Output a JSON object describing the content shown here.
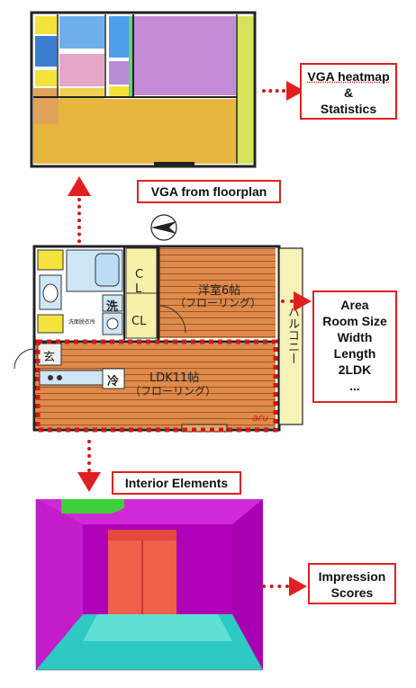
{
  "labels": {
    "vga_heatmap": [
      "VGA heatmap",
      "&",
      "Statistics"
    ],
    "vga_from_floorplan": "VGA from floorplan",
    "area_stats": [
      "Area",
      "Room Size",
      "Width",
      "Length",
      "2LDK",
      "..."
    ],
    "interior_elements": "Interior Elements",
    "impression_scores": [
      "Impression",
      "Scores"
    ]
  },
  "floorplan": {
    "bedroom": "洋室6帖",
    "bedroom_floor": "（フローリング）",
    "ldk": "LDK11帖",
    "ldk_floor": "（フローリング）",
    "closet_top": "C\nL",
    "closet_bottom": "CL",
    "washer": "洗",
    "fridge": "冷",
    "entrance": "玄",
    "balcony": "バルコニー",
    "washroom": "洗面脱衣所",
    "watermark": "aru"
  },
  "colors": {
    "accent_red": "#e02020",
    "heat_purple": "#c48bd6",
    "heat_orange": "#e7b63e",
    "heat_blue": "#6fb0ea",
    "heat_pink": "#e6a6c8",
    "heat_yellow": "#f3e33a",
    "heat_lime": "#d7e25a",
    "wall_magenta": "#b000b8",
    "floor_cyan": "#2ec9c0",
    "window_red": "#f0604a",
    "ceiling_green": "#3fcf3a"
  },
  "icons": {
    "compass": "compass-icon"
  }
}
